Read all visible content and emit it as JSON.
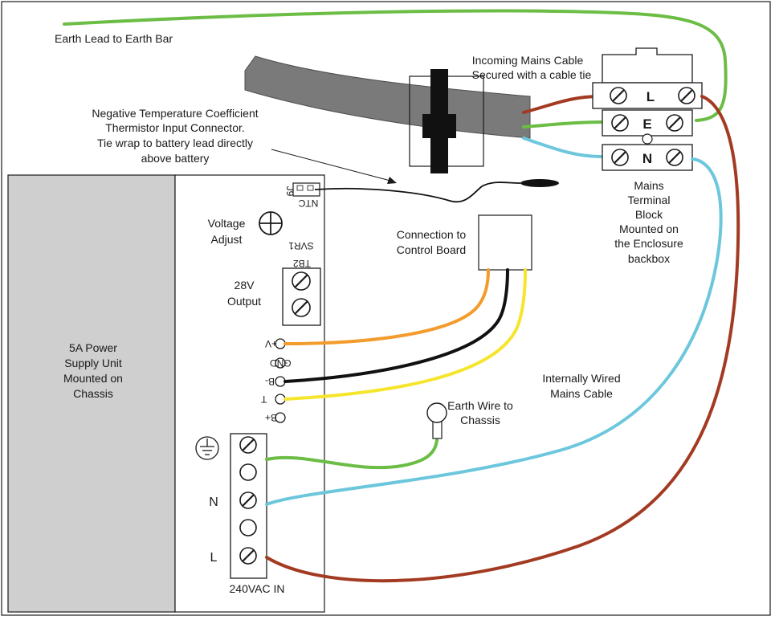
{
  "labels": {
    "earth_lead": "Earth Lead to Earth Bar",
    "incoming_cable_1": "Incoming Mains Cable",
    "incoming_cable_2": "Secured with a cable tie",
    "ntc_1": "Negative Temperature Coefficient",
    "ntc_2": "Thermistor Input Connector.",
    "ntc_3": "Tie wrap to battery lead directly",
    "ntc_4": "above battery",
    "connection_1": "Connection to",
    "connection_2": "Control Board",
    "terminal_block_1": "Mains",
    "terminal_block_2": "Terminal",
    "terminal_block_3": "Block",
    "terminal_block_4": "Mounted on",
    "terminal_block_5": "the Enclosure",
    "terminal_block_6": "backbox",
    "internal_cable_1": "Internally Wired",
    "internal_cable_2": "Mains Cable",
    "earth_wire_1": "Earth Wire to",
    "earth_wire_2": "Chassis",
    "voltage_1": "Voltage",
    "voltage_2": "Adjust",
    "output_1": "28V",
    "output_2": "Output",
    "psu_1": "5A Power",
    "psu_2": "Supply Unit",
    "psu_3": "Mounted on",
    "psu_4": "Chassis",
    "ac_in": "240VAC IN",
    "ac_n": "N",
    "ac_l": "L"
  },
  "terminal_block": {
    "row_l": "L",
    "row_e": "E",
    "row_n": "N"
  },
  "board_markings": {
    "ntc": "NTC",
    "j9": "J9",
    "svr1": "SVR1",
    "tb2": "TB2"
  },
  "output_pins": [
    {
      "label": "+V"
    },
    {
      "label": "GND"
    },
    {
      "label": "B-"
    },
    {
      "label": "T"
    },
    {
      "label": "B+"
    }
  ],
  "colors": {
    "earth_green": "#6cbd45",
    "live_brown": "#a33a22",
    "neutral_blue": "#6cc7dc",
    "orange": "#f39c2d",
    "black": "#1a1a1a",
    "yellow": "#f5e52d",
    "chassis_grey": "#cfcfcf",
    "cable_grey": "#7a7a7a"
  }
}
